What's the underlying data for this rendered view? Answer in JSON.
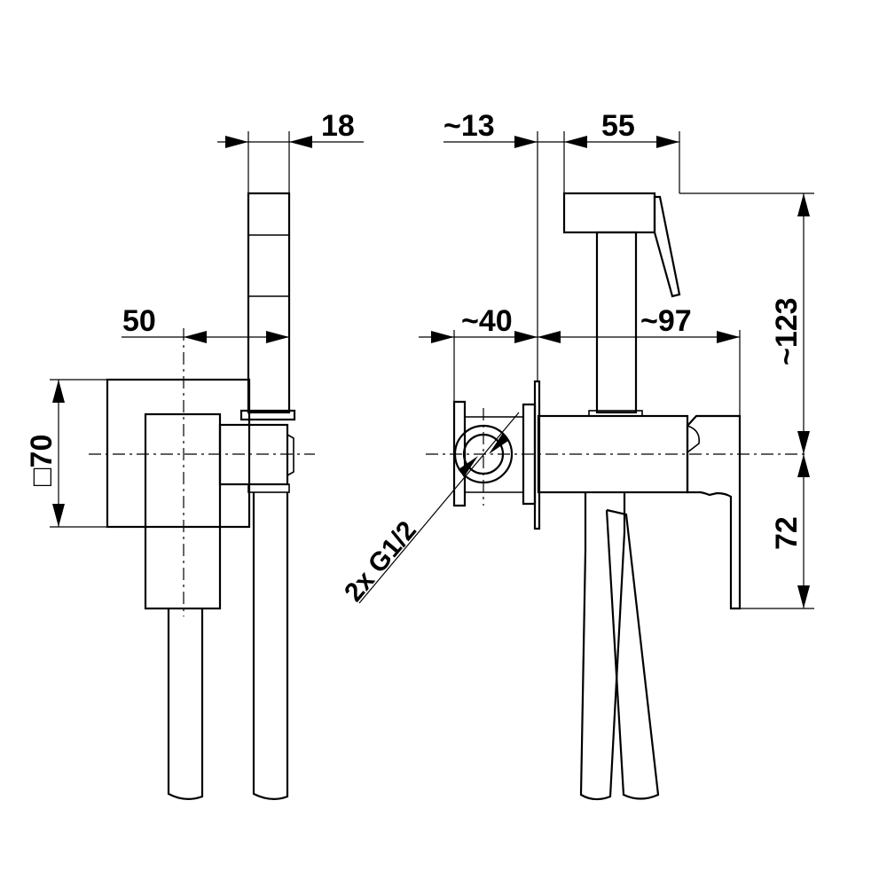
{
  "dimensions": {
    "side_width_handle": "18",
    "side_depth": "50",
    "side_square": "□70",
    "front_offset_left": "~13",
    "front_handle_width": "55",
    "front_left_reach": "~40",
    "front_right_reach": "~97",
    "front_height_upper": "~123",
    "front_height_lower": "72",
    "thread_note": "2x G1/2"
  }
}
